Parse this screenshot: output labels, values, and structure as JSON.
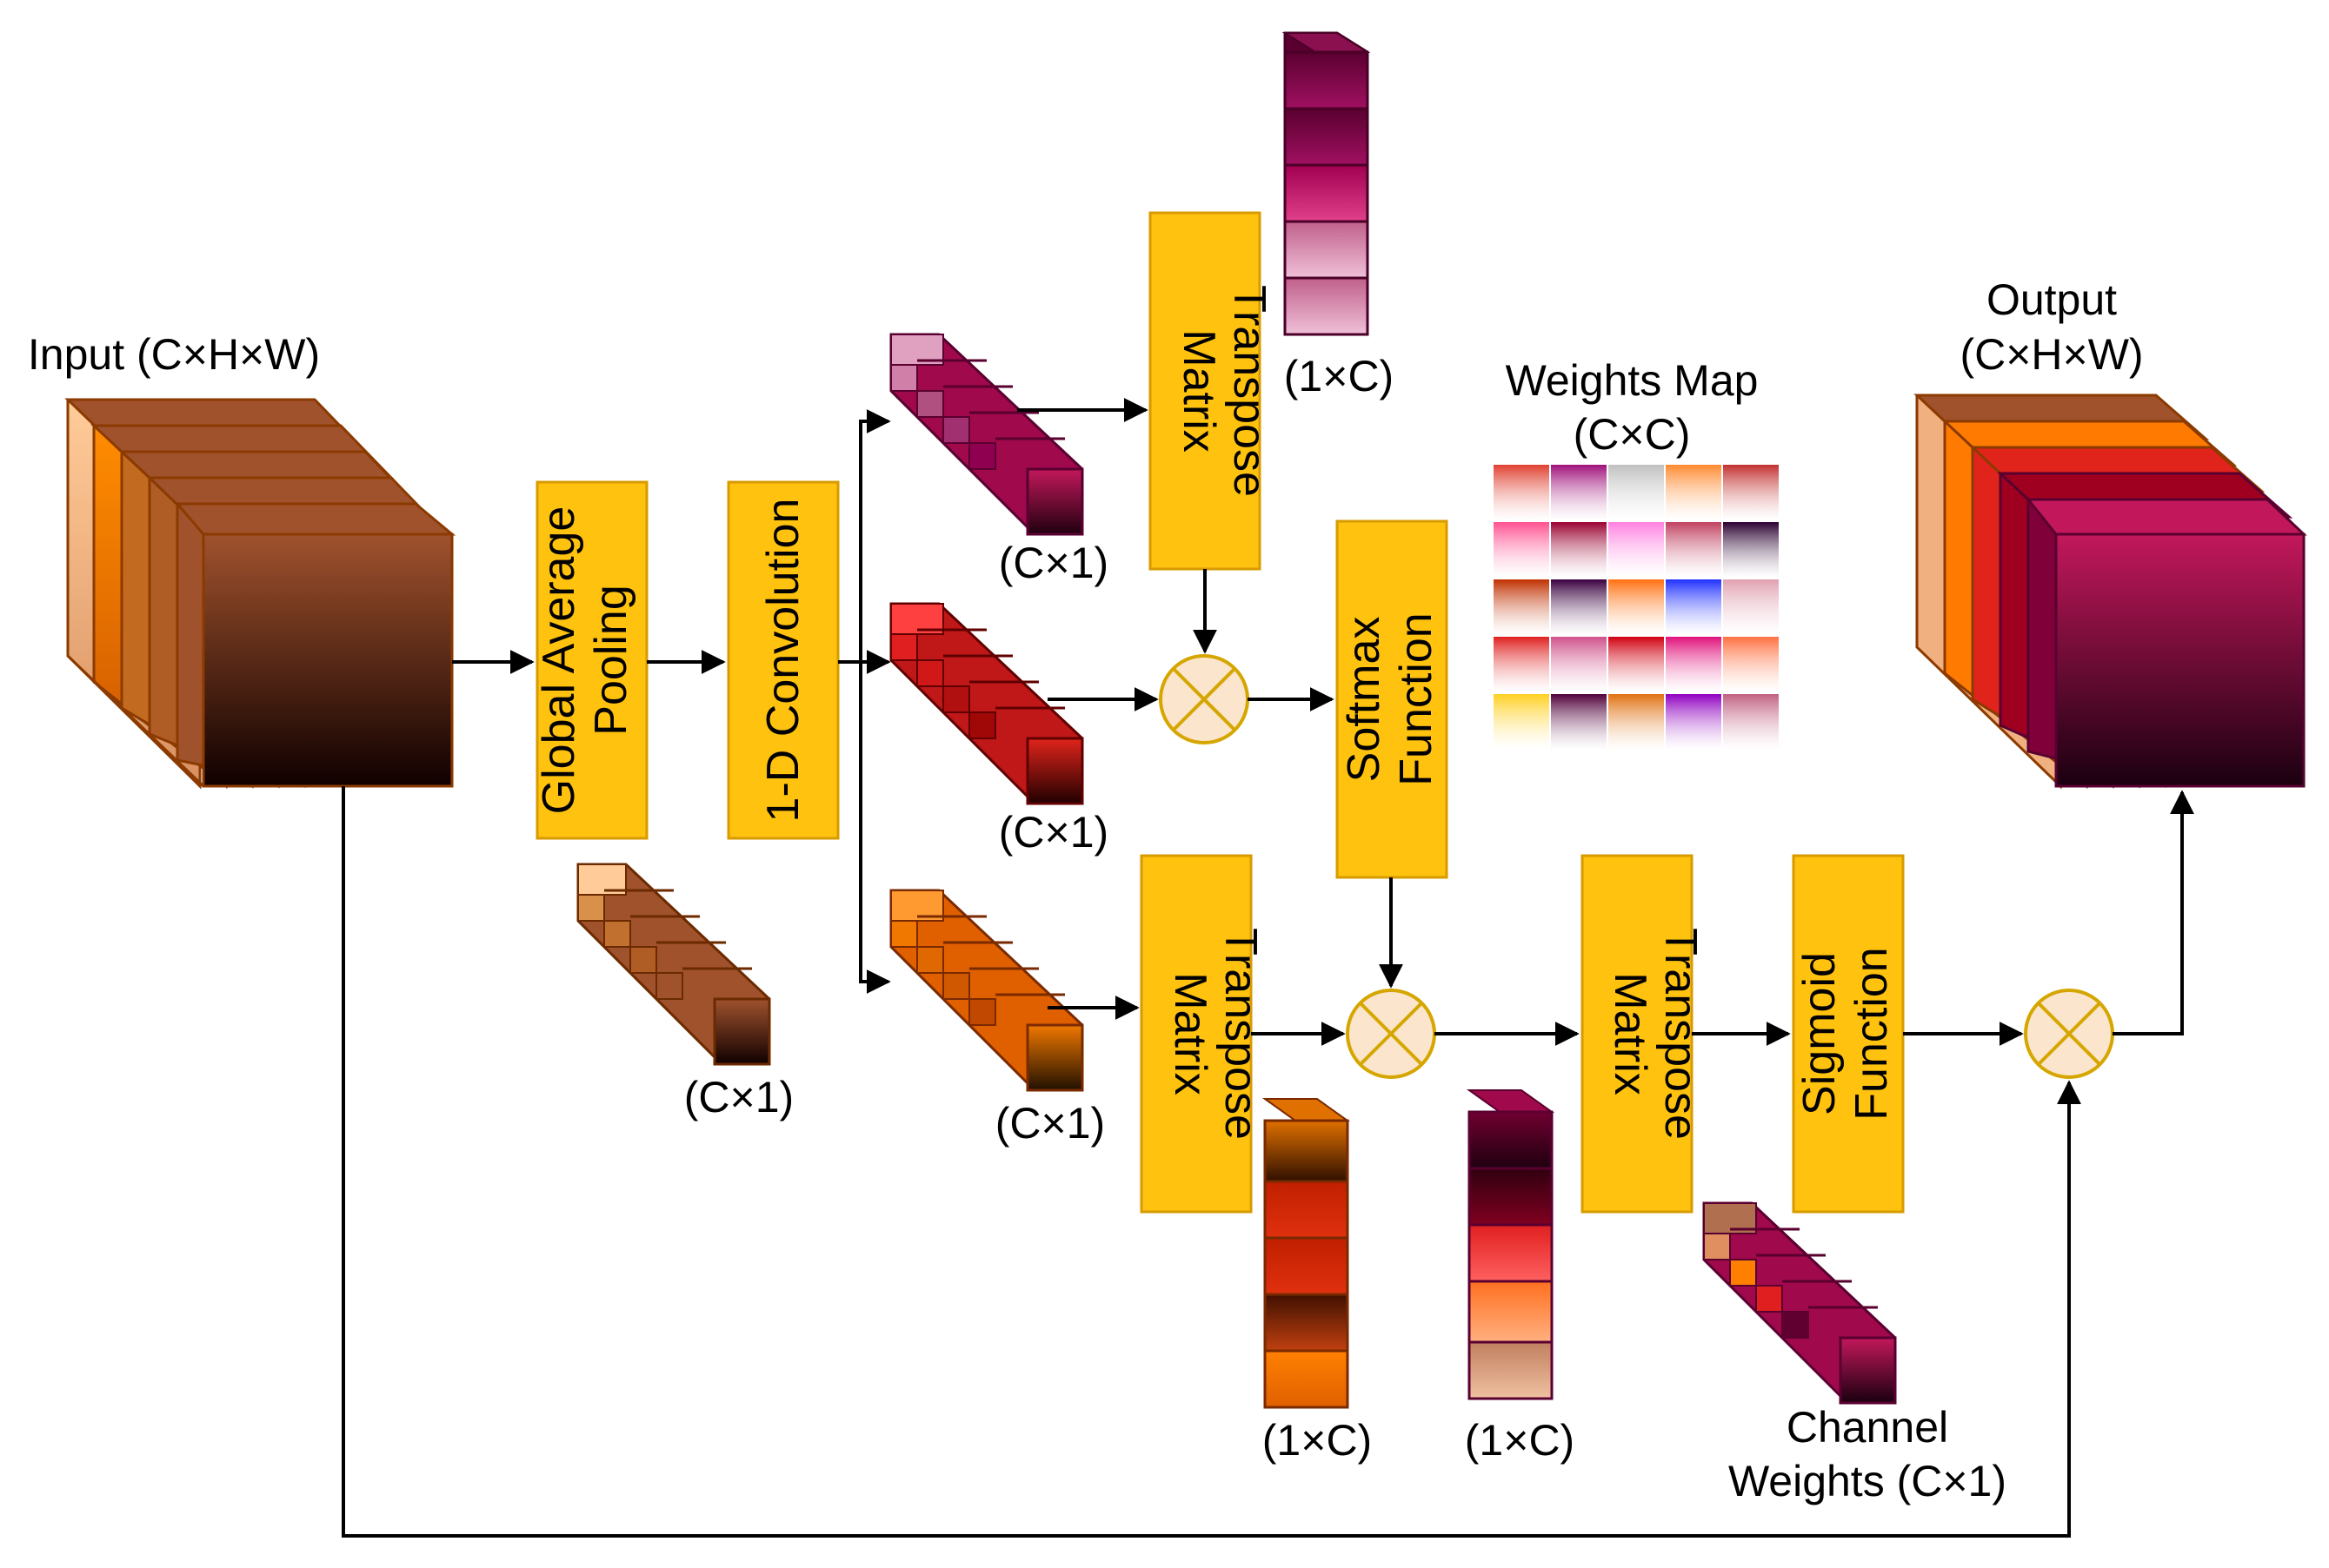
{
  "labels": {
    "input": "Input (C×H×W)",
    "output_line1": "Output",
    "output_line2": "(C×H×W)",
    "weights_map_line1": "Weights Map",
    "weights_map_line2": "(C×C)",
    "gap_vec": "(C×1)",
    "top_vec": "(C×1)",
    "mid_vec": "(C×1)",
    "bottom_vec": "(C×1)",
    "top_transpose_vec": "(1×C)",
    "bottom_transpose_vec": "(1×C)",
    "right_transpose_vec": "(1×C)",
    "channel_weights_line1": "Channel",
    "channel_weights_line2": "Weights (C×1)"
  },
  "blocks": {
    "gap_line1": "Global Average",
    "gap_line2": "Pooling",
    "conv": "1-D Convolution",
    "transpose_top_line1": "Matrix",
    "transpose_top_line2": "Transpose",
    "softmax_line1": "Softmax",
    "softmax_line2": "Function",
    "transpose_bottom_line1": "Matrix",
    "transpose_bottom_line2": "Transpose",
    "transpose_right_line1": "Matrix",
    "transpose_right_line2": "Transpose",
    "sigmoid_line1": "Sigmoid",
    "sigmoid_line2": "Function"
  },
  "colors": {
    "block_fill": "#FFC20E",
    "block_stroke": "#D79B00",
    "multiply_fill": "#FCE5CD",
    "multiply_stroke": "#D6A600",
    "brown": "#A0522D",
    "crimson": "#A0094B",
    "red": "#E0241B",
    "orange": "#F07800",
    "magenta": "#C2185B"
  },
  "weights_map_colors": [
    [
      "#E04030",
      "#A0107A",
      "#C0C0C0",
      "#FF8A30",
      "#C23030"
    ],
    [
      "#FF5090",
      "#9A0030",
      "#FF80E0",
      "#C04060",
      "#2A0030"
    ],
    [
      "#C03000",
      "#3A0040",
      "#FF7010",
      "#2030FF",
      "#E0A0B0"
    ],
    [
      "#E02020",
      "#D0508A",
      "#D00010",
      "#E0107A",
      "#FF7040"
    ],
    [
      "#FFD020",
      "#50003A",
      "#E07010",
      "#9000C0",
      "#C06080"
    ]
  ]
}
